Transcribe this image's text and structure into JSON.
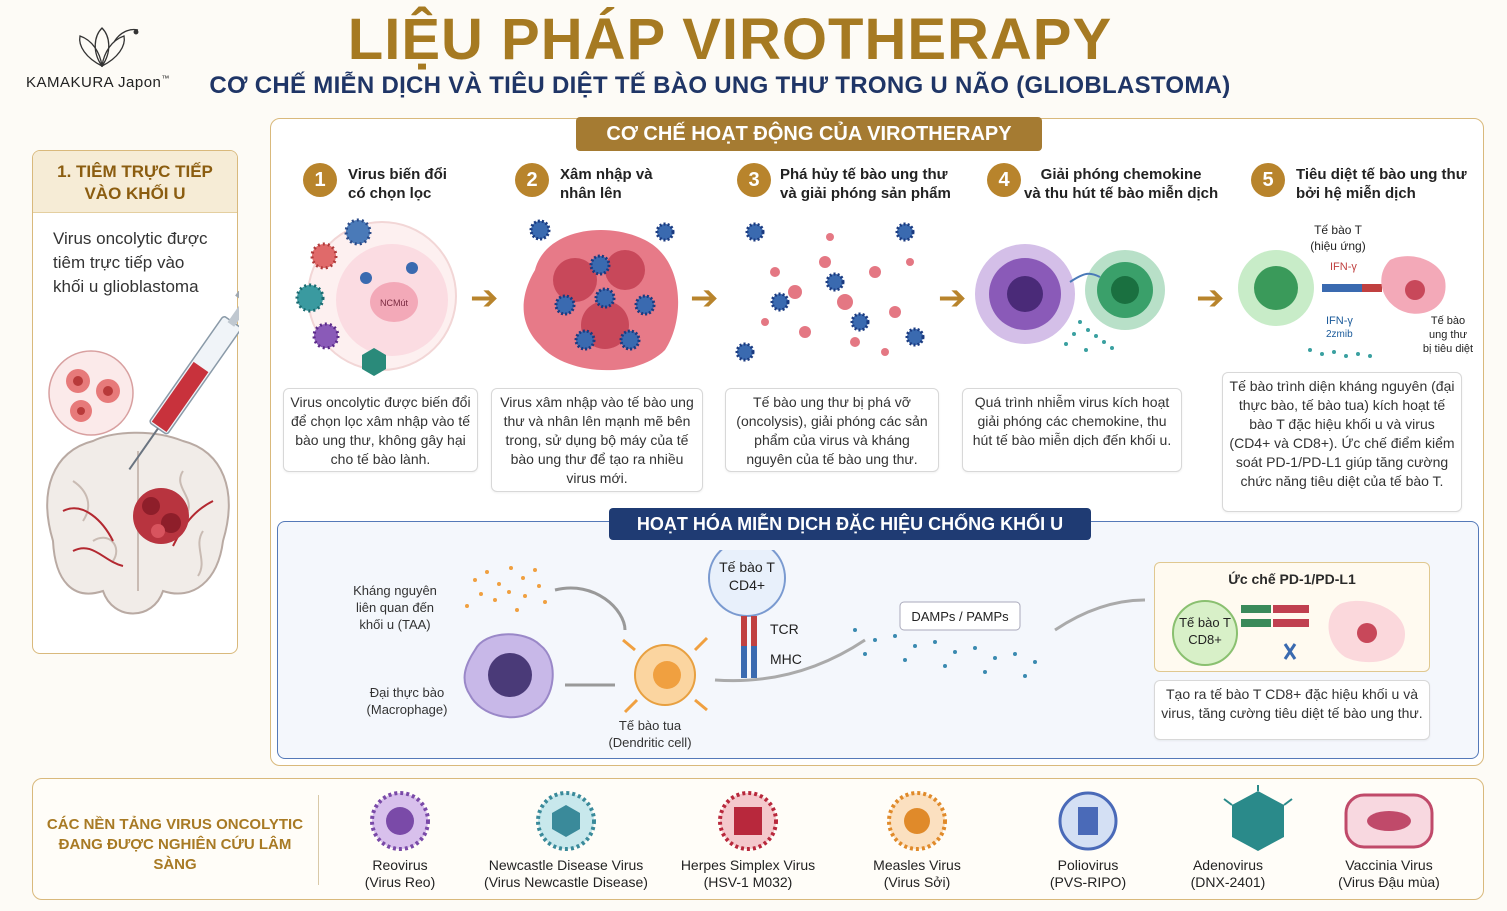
{
  "brand": {
    "name": "KAMAKURA Japon",
    "trademark": "™"
  },
  "header": {
    "title": "LIỆU PHÁP VIROTHERAPY",
    "subtitle": "CƠ CHẾ MIỄN DỊCH VÀ TIÊU DIỆT TẾ BÀO UNG THƯ TRONG U NÃO (GLIOBLASTOMA)"
  },
  "left_panel": {
    "title_line1": "1. TIÊM TRỰC TIẾP",
    "title_line2": "VÀO KHỐI U",
    "description": "Virus oncolytic được tiêm trực tiếp vào khối u glioblastoma"
  },
  "mechanism": {
    "banner": "CƠ CHẾ HOẠT ĐỘNG CỦA VIROTHERAPY",
    "steps": [
      {
        "num": "1",
        "title_l1": "Virus biến đổi",
        "title_l2": "có chọn lọc",
        "description": "Virus oncolytic được biến đổi để chọn lọc xâm nhập vào tế bào ung thư, không gây hại cho tế bào lành.",
        "cell_label": "NCMút"
      },
      {
        "num": "2",
        "title_l1": "Xâm nhập và",
        "title_l2": "nhân lên",
        "description": "Virus xâm nhập vào tế bào ung thư và nhân lên mạnh mẽ bên trong, sử dụng bộ máy của tế bào ung thư để tạo ra nhiều virus mới."
      },
      {
        "num": "3",
        "title_l1": "Phá hủy tế bào ung thư",
        "title_l2": "và giải phóng sản phẩm",
        "description": "Tế bào ung thư bị phá vỡ (oncolysis), giải phóng các sản phẩm của virus và kháng nguyên của tế bào ung thư."
      },
      {
        "num": "4",
        "title_l1": "Giải phóng chemokine",
        "title_l2": "và thu hút tế bào miễn dịch",
        "description": "Quá trình nhiễm virus kích hoạt giải phóng các chemokine, thu hút tế bào miễn dịch đến khối u."
      },
      {
        "num": "5",
        "title_l1": "Tiêu diệt tế bào ung thư",
        "title_l2": "bởi hệ miễn dịch",
        "description": "Tế bào trình diện kháng nguyên (đại thực bào, tế bào tua) kích hoạt tế bào T đặc hiệu khối u và virus (CD4+ và CD8+). Ức chế điểm kiểm soát PD-1/PD-L1 giúp tăng cường chức năng tiêu diệt của tế bào T.",
        "labels": {
          "tcell_l1": "Tế bào T",
          "tcell_l2": "(hiệu ứng)",
          "ifn1": "IFN-γ",
          "ifn2": "IFN-γ",
          "ifn2_sub": "2zmib",
          "killed_l1": "Tế bào",
          "killed_l2": "ung thư",
          "killed_l3": "bị tiêu diệt"
        }
      }
    ]
  },
  "immune": {
    "banner": "HOẠT HÓA MIỄN DỊCH ĐẶC HIỆU CHỐNG KHỐI U",
    "taa_l1": "Kháng nguyên",
    "taa_l2": "liên quan đến",
    "taa_l3": "khối u (TAA)",
    "macro_l1": "Đại thực bào",
    "macro_l2": "(Macrophage)",
    "dc_l1": "Tế bào tua",
    "dc_l2": "(Dendritic cell)",
    "cd4_l1": "Tế bào T",
    "cd4_l2": "CD4+",
    "tcr": "TCR",
    "mhc": "MHC",
    "damps": "DAMPs / PAMPs",
    "pd1_title": "Ức chế PD-1/PD-L1",
    "cd8_l1": "Tế bào T",
    "cd8_l2": "CD8+",
    "result": "Tạo ra tế bào T CD8+ đặc hiệu khối u và virus, tăng cường tiêu diệt tế bào ung thư."
  },
  "platforms": {
    "title": "CÁC NỀN TẢNG VIRUS ONCOLYTIC ĐANG ĐƯỢC NGHIÊN CỨU LÂM SÀNG",
    "viruses": [
      {
        "name": "Reovirus",
        "sub": "(Virus Reo)",
        "color": "#7a4aa8"
      },
      {
        "name": "Newcastle Disease Virus",
        "sub": "(Virus Newcastle Disease)",
        "color": "#3a8a9a"
      },
      {
        "name": "Herpes Simplex Virus",
        "sub": "(HSV-1 M032)",
        "color": "#b8283c"
      },
      {
        "name": "Measles Virus",
        "sub": "(Virus Sởi)",
        "color": "#e08a2a"
      },
      {
        "name": "Poliovirus",
        "sub": "(PVS-RIPO)",
        "color": "#4a6ab8"
      },
      {
        "name": "Adenovirus",
        "sub": "(DNX-2401)",
        "color": "#2a8a8a"
      },
      {
        "name": "Vaccinia Virus",
        "sub": "(Virus Đậu mùa)",
        "color": "#c04a6a"
      }
    ]
  },
  "colors": {
    "gold": "#a67a22",
    "navy": "#1f3566",
    "accent": "#b8842c"
  }
}
